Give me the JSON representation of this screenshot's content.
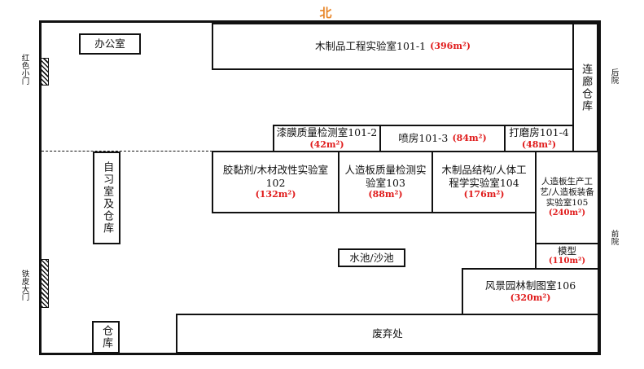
{
  "north": "北",
  "rooms": {
    "office": {
      "name": "办公室"
    },
    "r101_1": {
      "name": "木制品工程实验室101-1",
      "area": "(396m²)"
    },
    "corridor": {
      "name": "连廊仓库"
    },
    "r101_2": {
      "name": "漆膜质量检测室101-2",
      "area": "(42m²)"
    },
    "r101_3": {
      "name": "喷房101-3",
      "area": "(84m²)"
    },
    "r101_4": {
      "name": "打磨房101-4",
      "area": "(48m²)"
    },
    "study": {
      "name": "自习室及仓库"
    },
    "r102": {
      "name": "胶黏剂/木材改性实验室102",
      "area": "(132m²)"
    },
    "r103": {
      "name": "人造板质量检测实验室103",
      "area": "(88m²)"
    },
    "r104": {
      "name": "木制品结构/人体工程学实验室104",
      "area": "(176m²)"
    },
    "r105": {
      "name": "人造板生产工艺/人造板装备实验室105",
      "area": "(240m²)"
    },
    "model": {
      "name": "模型",
      "area": "(110m²)"
    },
    "pool": {
      "name": "水池/沙池"
    },
    "r106": {
      "name": "风景园林制图室106",
      "area": "(320m²)"
    },
    "storage": {
      "name": "仓库"
    },
    "waste": {
      "name": "废弃处"
    }
  },
  "labels": {
    "red_gate": "红色小门",
    "iron_gate": "铁皮大门",
    "back_yard": "后院",
    "front_yard": "前院"
  },
  "colors": {
    "north": "#e8862a",
    "area": "#e01b1b",
    "line": "#111111"
  }
}
